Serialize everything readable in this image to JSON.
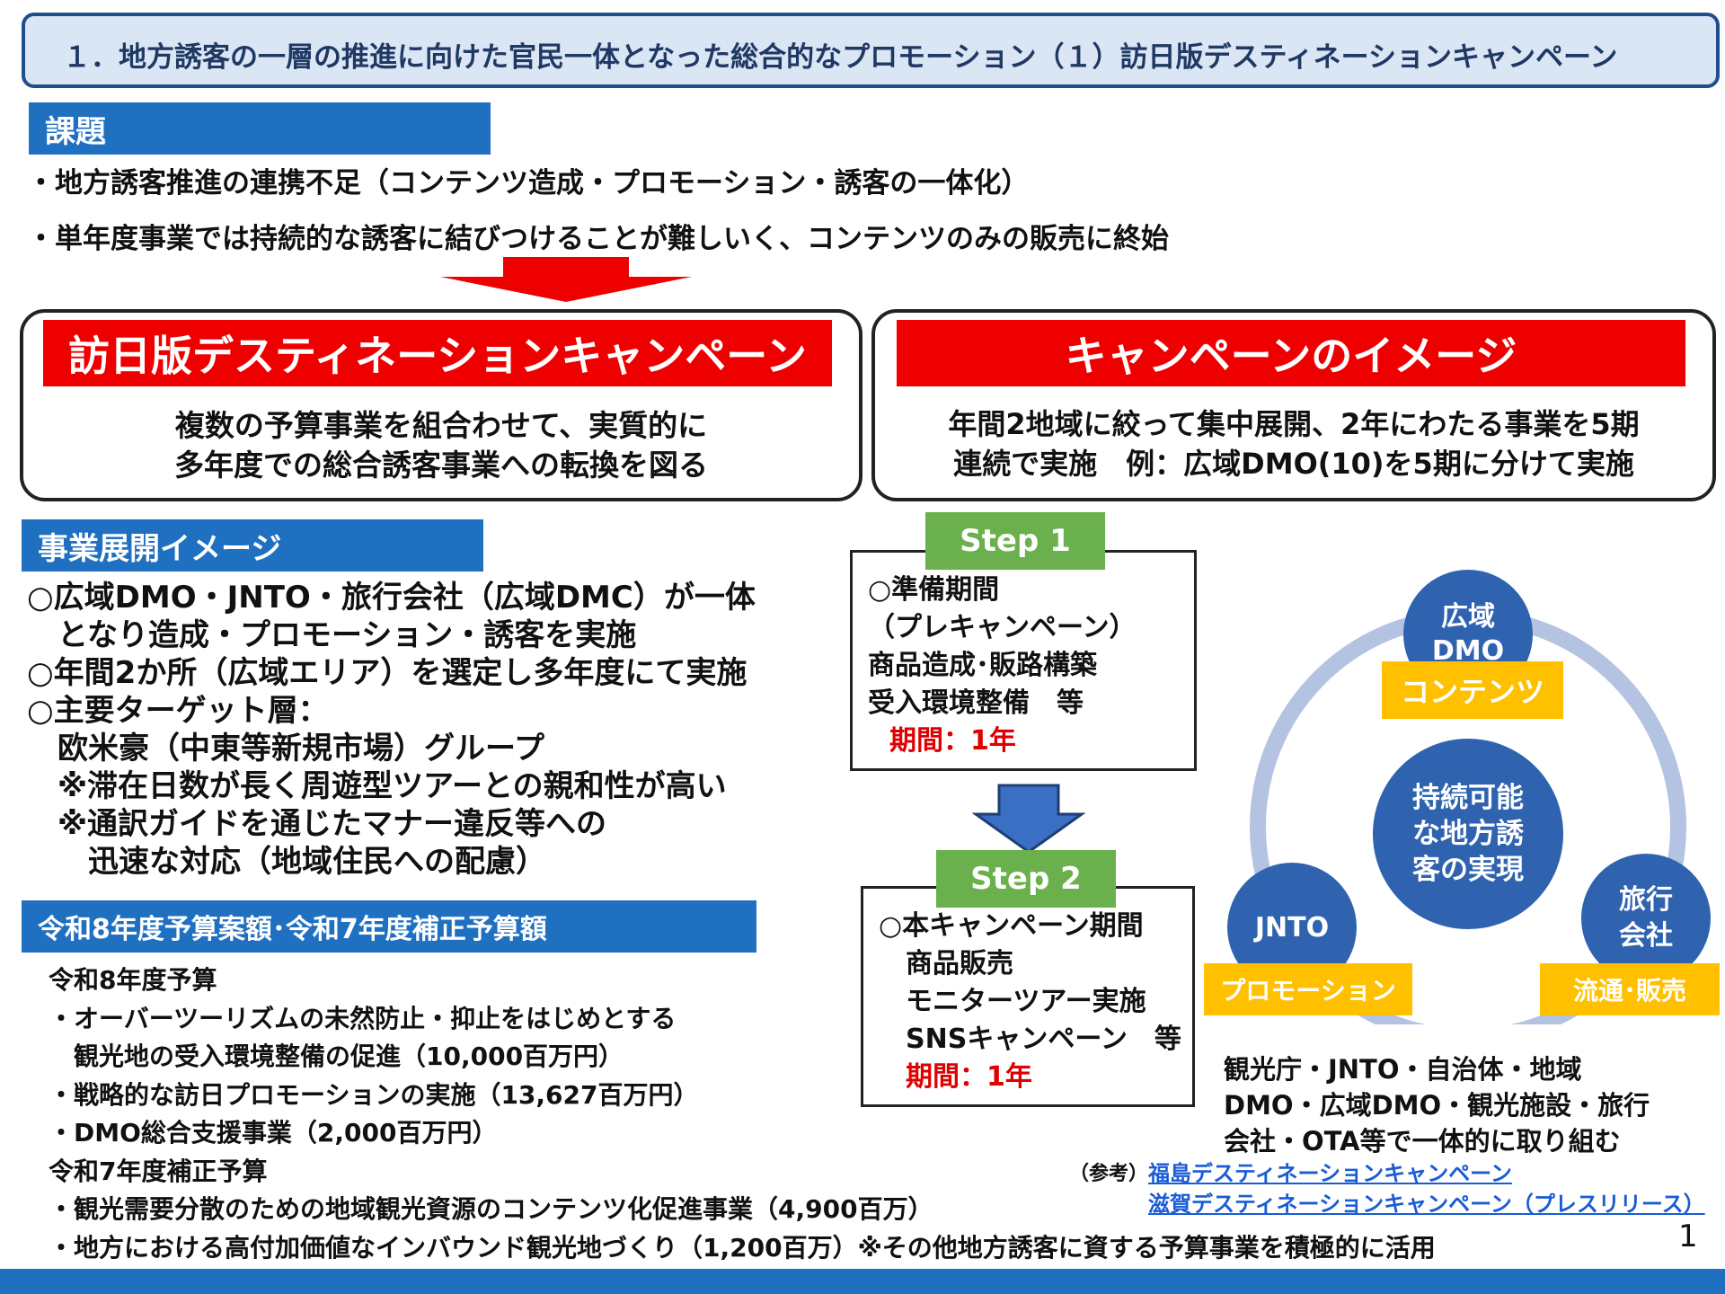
{
  "header": {
    "title": "１．地方誘客の一層の推進に向けた官民一体となった総合的なプロモーション（１）訪日版デスティネーションキャンペーン"
  },
  "issues": {
    "label": "課題",
    "lines": [
      "・地方誘客推進の連携不足（コンテンツ造成・プロモーション・誘客の一体化）",
      "・単年度事業では持続的な誘客に結びつけることが難しいく、コンテンツのみの販売に終始"
    ]
  },
  "campaign_box": {
    "heading": "訪日版デスティネーションキャンペーン",
    "lines": [
      "複数の予算事業を組合わせて、実質的に",
      "多年度での総合誘客事業への転換を図る"
    ]
  },
  "image_box": {
    "heading": "キャンペーンのイメージ",
    "lines": [
      "年間2地域に絞って集中展開、2年にわたる事業を5期",
      "連続で実施　例：広域DMO(10)を5期に分けて実施"
    ]
  },
  "business": {
    "label": "事業展開イメージ",
    "lines": [
      "○広域DMO・JNTO・旅行会社（広域DMC）が一体",
      "　となり造成・プロモーション・誘客を実施",
      "○年間2か所（広域エリア）を選定し多年度にて実施",
      "○主要ターゲット層：",
      "　欧米豪（中東等新規市場）グループ",
      "　※滞在日数が長く周遊型ツアーとの親和性が高い",
      "　※通訳ガイドを通じたマナー違反等への",
      "　　迅速な対応（地域住民への配慮）"
    ]
  },
  "budget": {
    "label": "令和8年度予算案額･令和7年度補正予算額",
    "lines": [
      "令和8年度予算",
      "・オーバーツーリズムの未然防止・抑止をはじめとする",
      "　観光地の受入環境整備の促進（10,000百万円）",
      "・戦略的な訪日プロモーションの実施（13,627百万円）",
      "・DMO総合支援事業（2,000百万円）",
      "令和7年度補正予算",
      "・観光需要分散のための地域観光資源のコンテンツ化促進事業（4,900百万）",
      "・地方における高付加価値なインバウンド観光地づくり（1,200百万）※その他地方誘客に資する予算事業を積極的に活用"
    ]
  },
  "step1": {
    "tab": "Step 1",
    "lines": [
      "○準備期間",
      "（プレキャンペーン）",
      "商品造成･販路構築",
      "受入環境整備　等"
    ],
    "period": "期間：1年"
  },
  "step2": {
    "tab": "Step 2",
    "lines": [
      "○本キャンペーン期間",
      "　商品販売",
      "　モニターツアー実施",
      "　SNSキャンペーン　等"
    ],
    "period": "　期間：1年"
  },
  "cycle": {
    "center": "持続可能\nな地方誘\n客の実現",
    "top": "広域\nDMO",
    "top_tag": "コンテンツ",
    "left": "JNTO",
    "left_tag": "プロモーション",
    "right": "旅行\n会社",
    "right_tag": "流通･販売",
    "colors": {
      "circle": "#2f63b0",
      "ring": "#b4c3e2",
      "tag": "#ffc000"
    }
  },
  "stakeholders": {
    "lines": [
      "観光庁・JNTO・自治体・地域",
      "DMO・広域DMO・観光施設・旅行",
      "会社・OTA等で一体的に取り組む"
    ]
  },
  "reference": {
    "label": "（参考）",
    "links": [
      "福島デスティネーションキャンペーン",
      "滋賀デスティネーションキャンペーン（プレスリリース）"
    ]
  },
  "page_number": "1"
}
